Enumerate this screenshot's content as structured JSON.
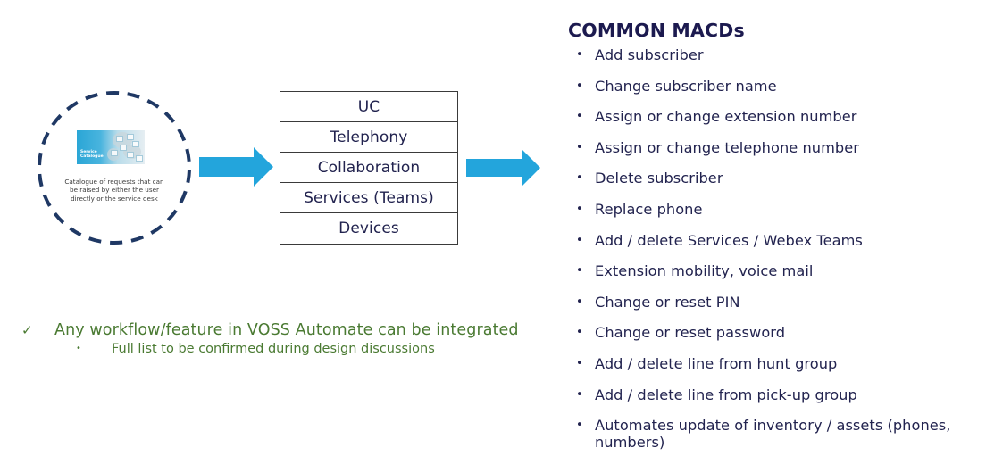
{
  "service_catalogue": {
    "thumbnail_label": "Service\nCatalogue",
    "thumbnail_icon": "service-catalogue-image",
    "caption": "Catalogue of requests that can be raised by either the user directly or the service desk",
    "circle_color": "#1f3864"
  },
  "arrows": {
    "color": "#23a5dc",
    "left_icon": "arrow-right-icon",
    "right_icon": "arrow-right-icon"
  },
  "categories": [
    {
      "label": "UC"
    },
    {
      "label": "Telephony"
    },
    {
      "label": "Collaboration"
    },
    {
      "label": "Services (Teams)"
    },
    {
      "label": "Devices"
    }
  ],
  "integration_note": {
    "check_icon": "✓",
    "main": "Any workflow/feature in VOSS Automate can be integrated",
    "sub_bullet": "•",
    "sub": "Full list to be confirmed during design discussions",
    "color": "#4a7a32"
  },
  "macds": {
    "title": "COMMON MACDs",
    "bullet": "•",
    "items": [
      "Add subscriber",
      "Change subscriber name",
      "Assign or change extension number",
      "Assign or change telephone number",
      "Delete subscriber",
      "Replace phone",
      "Add / delete Services / Webex Teams",
      "Extension mobility, voice mail",
      "Change or reset PIN",
      "Change or reset password",
      "Add / delete line from hunt group",
      "Add / delete line from pick-up group",
      "Automates update of inventory / assets (phones, numbers)"
    ],
    "title_color": "#1c1a4f",
    "text_color": "#22234f"
  }
}
